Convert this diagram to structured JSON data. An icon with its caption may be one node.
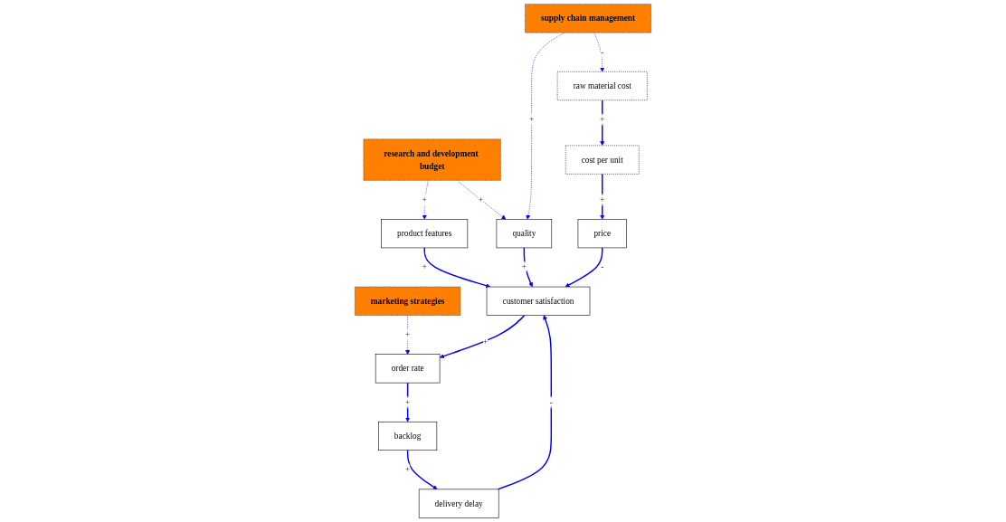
{
  "diagram": {
    "nodes": [
      {
        "text": [
          "research and development budget"
        ]
      },
      {
        "text": [
          "supply chain management"
        ]
      },
      {
        "text": [
          "product features"
        ]
      },
      {
        "text": [
          "marketing strategies"
        ]
      },
      {
        "text": [
          "customer satisfaction"
        ]
      },
      {
        "text": [
          "quality"
        ]
      },
      {
        "text": [
          "raw material cost"
        ]
      },
      {
        "text": [
          "price"
        ]
      },
      {
        "text": [
          "order rate"
        ]
      },
      {
        "text": [
          "delivery delay"
        ]
      },
      {
        "text": [
          "cost per unit"
        ]
      },
      {
        "text": [
          "backlog"
        ]
      }
    ],
    "edges": [
      {
        "from": 0,
        "to": 2,
        "arrow": "to",
        "label": "+",
        "style": "dashed"
      },
      {
        "from": 0,
        "to": 5,
        "arrow": "to",
        "label": "+",
        "style": "dashed"
      },
      {
        "from": 1,
        "to": 5,
        "arrow": "to",
        "label": "+",
        "style": "dashed"
      },
      {
        "from": 1,
        "to": 6,
        "arrow": "to",
        "label": "-",
        "style": "dashed"
      },
      {
        "from": 2,
        "to": 4,
        "arrow": "to",
        "label": "+"
      },
      {
        "from": 3,
        "to": 8,
        "arrow": "to",
        "label": "+",
        "style": "dashed"
      },
      {
        "from": 5,
        "to": 4,
        "arrow": "to",
        "label": "+"
      },
      {
        "from": 7,
        "to": 4,
        "arrow": "to",
        "label": "-"
      },
      {
        "from": 4,
        "to": 8,
        "arrow": "to",
        "label": "+"
      },
      {
        "from": 9,
        "to": 4,
        "arrow": "to",
        "label": "-"
      },
      {
        "from": 8,
        "to": 11,
        "arrow": "to",
        "label": "+"
      },
      {
        "from": 11,
        "to": 9,
        "arrow": "to",
        "label": "+"
      },
      {
        "from": 6,
        "to": 10,
        "arrow": "to",
        "label": "+"
      },
      {
        "from": 10,
        "to": 7,
        "arrow": "to",
        "label": "+"
      }
    ]
  }
}
